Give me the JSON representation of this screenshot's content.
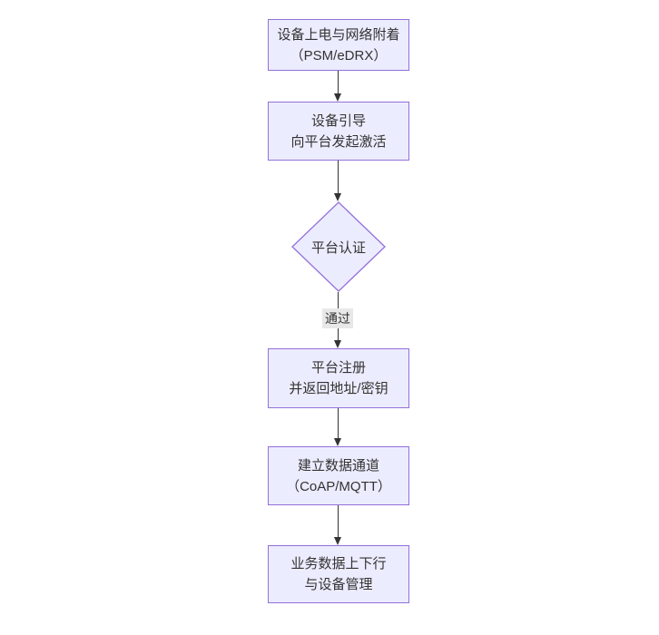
{
  "flow": {
    "colors": {
      "node_fill": "#ECECFF",
      "node_border": "#9370DB",
      "text": "#333333",
      "edge": "#333333",
      "edge_label_bg": "#e8e8e8"
    },
    "nodes": [
      {
        "id": "power-attach",
        "type": "rect",
        "lines": [
          "设备上电与网络附着",
          "（PSM/eDRX）"
        ]
      },
      {
        "id": "bootstrap",
        "type": "rect",
        "lines": [
          "设备引导",
          "向平台发起激活"
        ]
      },
      {
        "id": "platform-auth",
        "type": "diamond",
        "lines": [
          "平台认证"
        ]
      },
      {
        "id": "platform-reg",
        "type": "rect",
        "lines": [
          "平台注册",
          "并返回地址/密钥"
        ]
      },
      {
        "id": "data-channel",
        "type": "rect",
        "lines": [
          "建立数据通道",
          "（CoAP/MQTT）"
        ]
      },
      {
        "id": "business-data",
        "type": "rect",
        "lines": [
          "业务数据上下行",
          "与设备管理"
        ]
      }
    ],
    "edges": [
      {
        "from": "power-attach",
        "to": "bootstrap",
        "label": ""
      },
      {
        "from": "bootstrap",
        "to": "platform-auth",
        "label": ""
      },
      {
        "from": "platform-auth",
        "to": "platform-reg",
        "label": "通过"
      },
      {
        "from": "platform-reg",
        "to": "data-channel",
        "label": ""
      },
      {
        "from": "data-channel",
        "to": "business-data",
        "label": ""
      }
    ]
  }
}
